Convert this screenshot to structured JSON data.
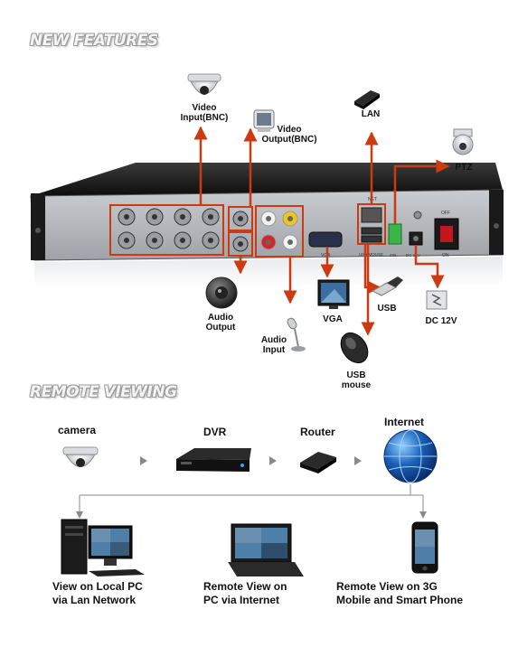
{
  "sections": {
    "new_features": "NEW FEATURES",
    "remote_viewing": "REMOTE VIEWING"
  },
  "features": {
    "video_input": "Video\nInput(BNC)",
    "video_output": "Video\nOutput(BNC)",
    "lan": "LAN",
    "ptz": "PTZ",
    "audio_output": "Audio\nOutput",
    "audio_input": "Audio\nInput",
    "vga": "VGA",
    "usb": "USB",
    "dc": "DC 12V",
    "usb_mouse": "USB\nmouse"
  },
  "panel": {
    "net": "NET",
    "off": "OFF",
    "on": "ON",
    "vga": "VGA",
    "usb_mouse": "USB MOUSE",
    "dc": "DC 12V",
    "port_485": "485"
  },
  "remote": {
    "camera": "camera",
    "dvr": "DVR",
    "router": "Router",
    "internet": "Internet",
    "local_pc": "View on Local PC\nvia Lan Network",
    "remote_pc": "Remote View on\nPC via Internet",
    "mobile": "Remote View on 3G\nMobile and Smart Phone"
  },
  "colors": {
    "arrow": "#cc3a12",
    "dvr_body": "#1a1a1a",
    "panel": "#b4b8bd",
    "globe": "#1b5fb8"
  }
}
